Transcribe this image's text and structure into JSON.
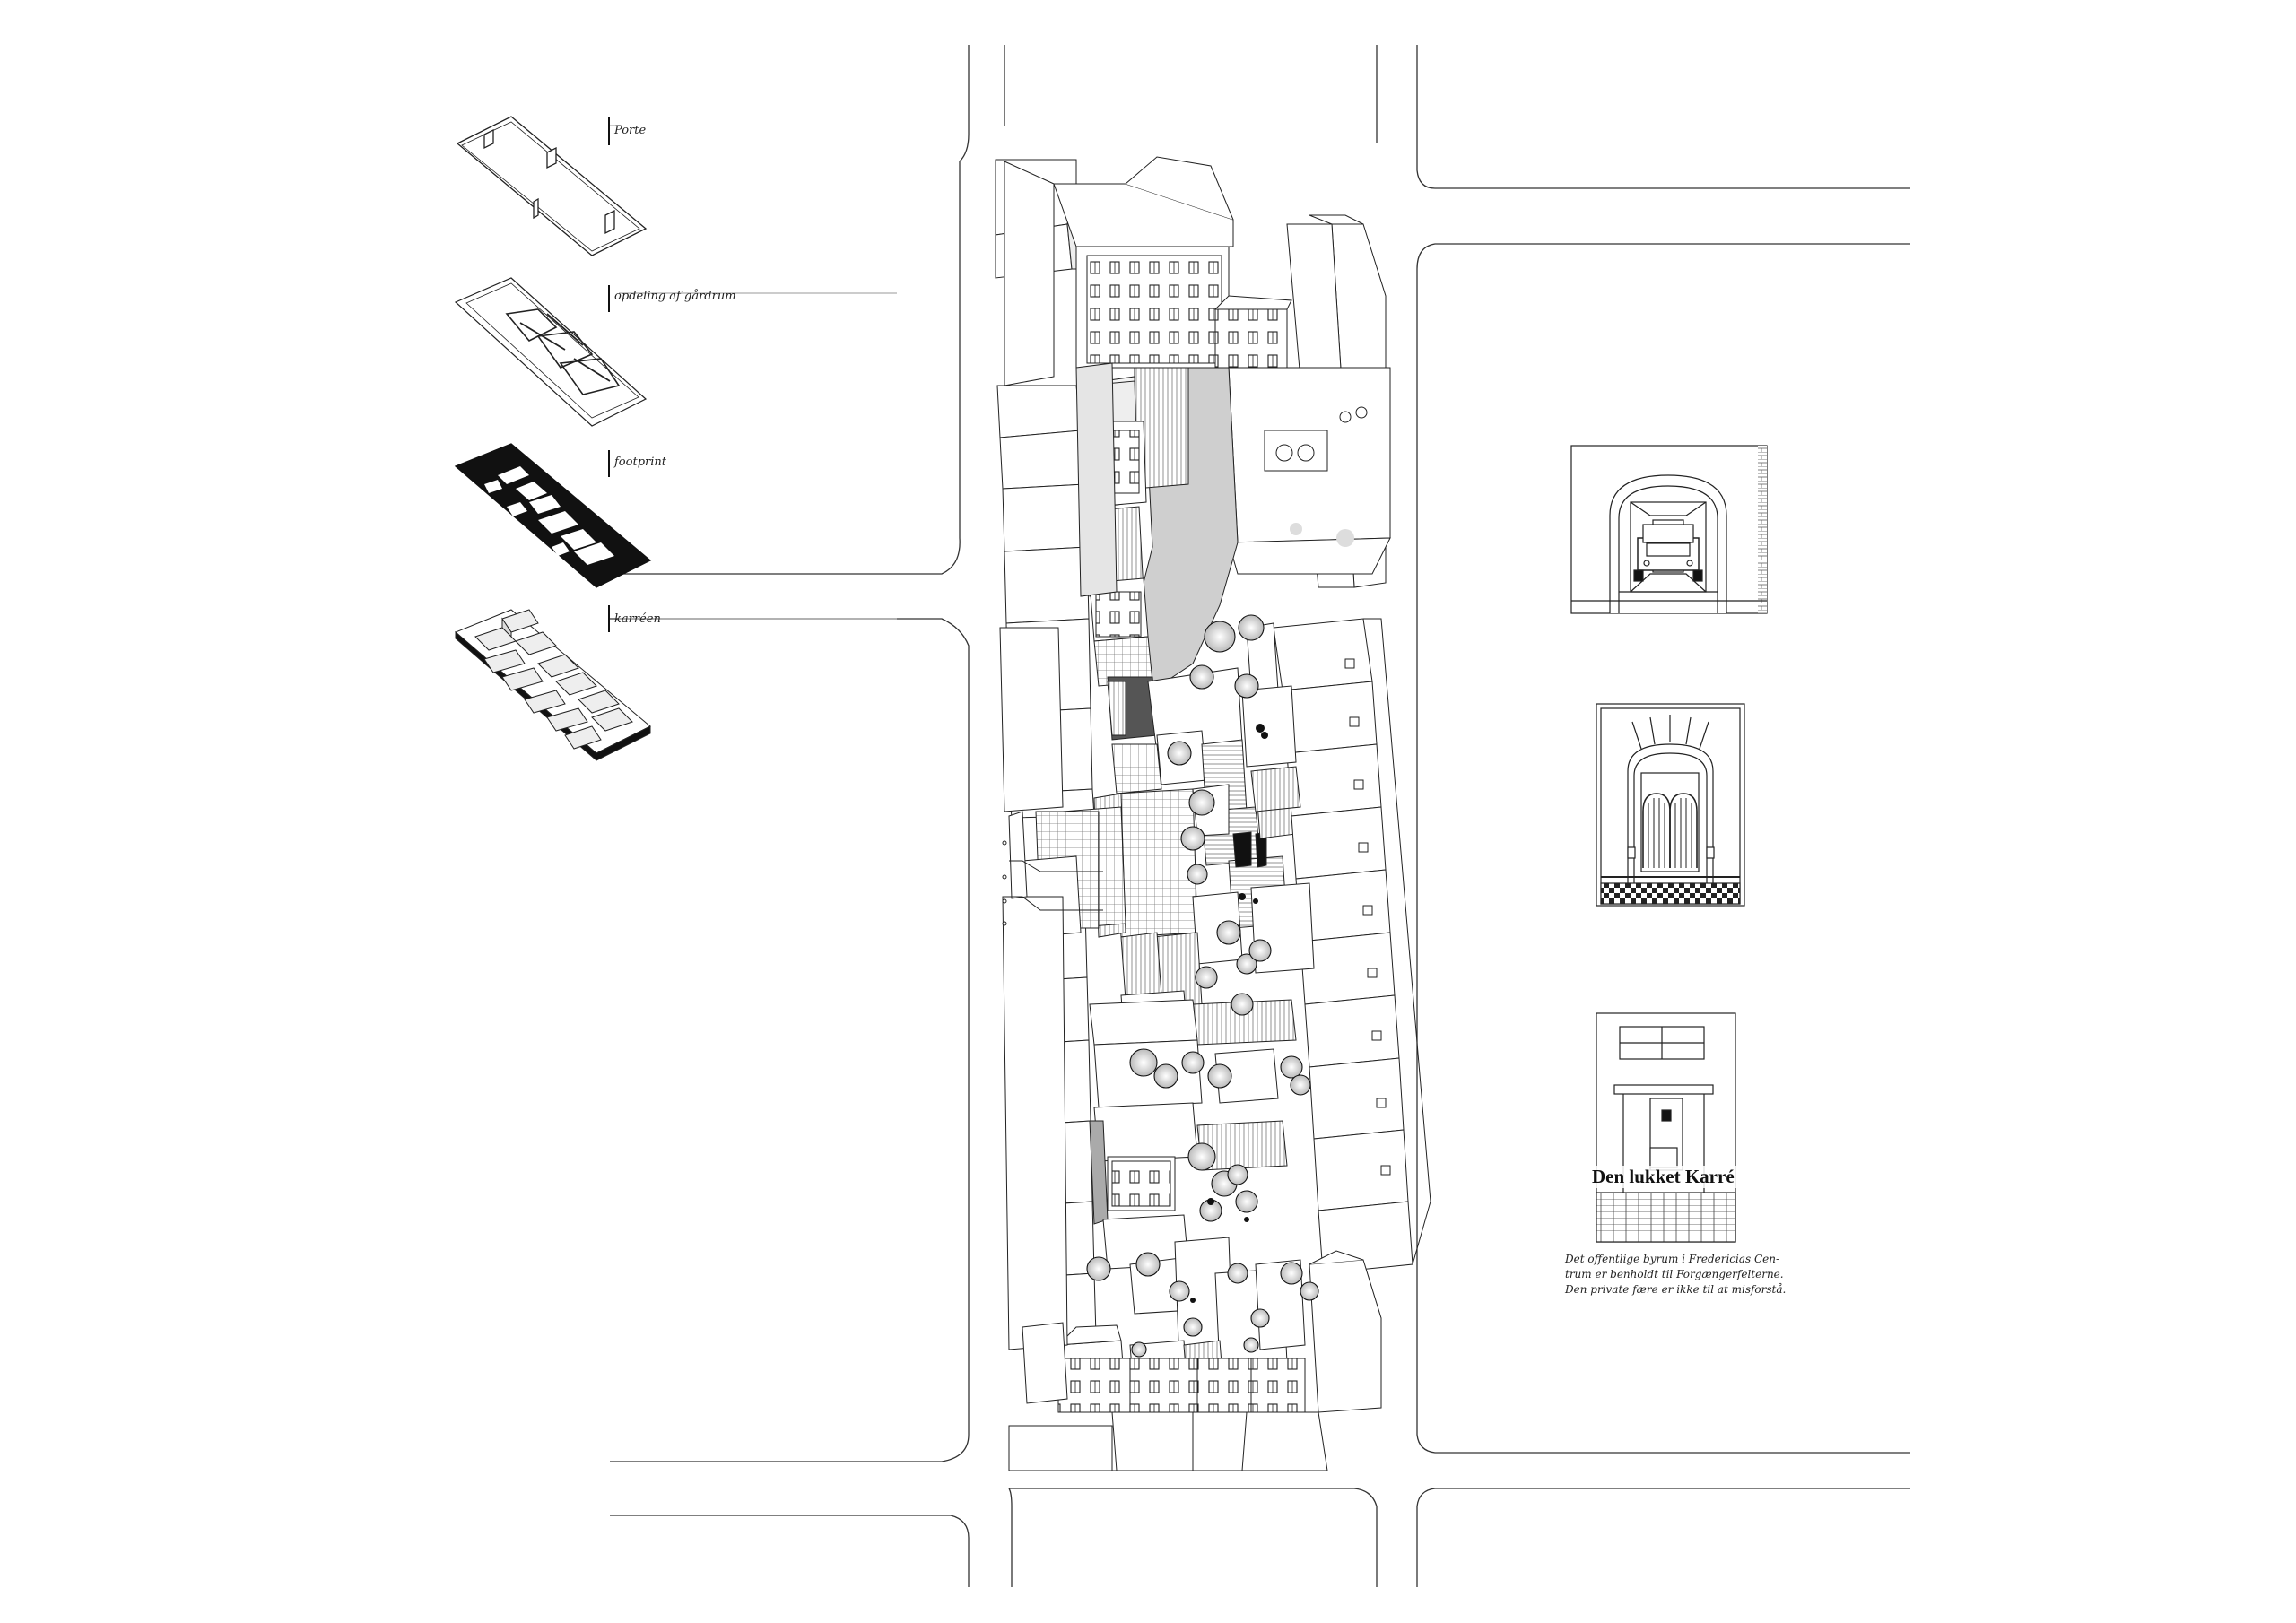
{
  "legend": {
    "items": [
      {
        "label": "Porte"
      },
      {
        "label": "opdeling af gårdrum"
      },
      {
        "label": "footprint"
      },
      {
        "label": "karréen"
      }
    ]
  },
  "panels": {
    "closed_block_title": "Den lukket Karré"
  },
  "caption": {
    "lines": [
      "Det offentlige byrum i Fredericias Cen-",
      "trum er benholdt til Forgængerfelterne.",
      "Den private fære er ikke til at misforstå."
    ]
  },
  "colors": {
    "line": "#222222",
    "hatch": "#888888",
    "fill_dark": "#111111",
    "fill_grey": "#cfcfcf",
    "background": "#ffffff"
  }
}
